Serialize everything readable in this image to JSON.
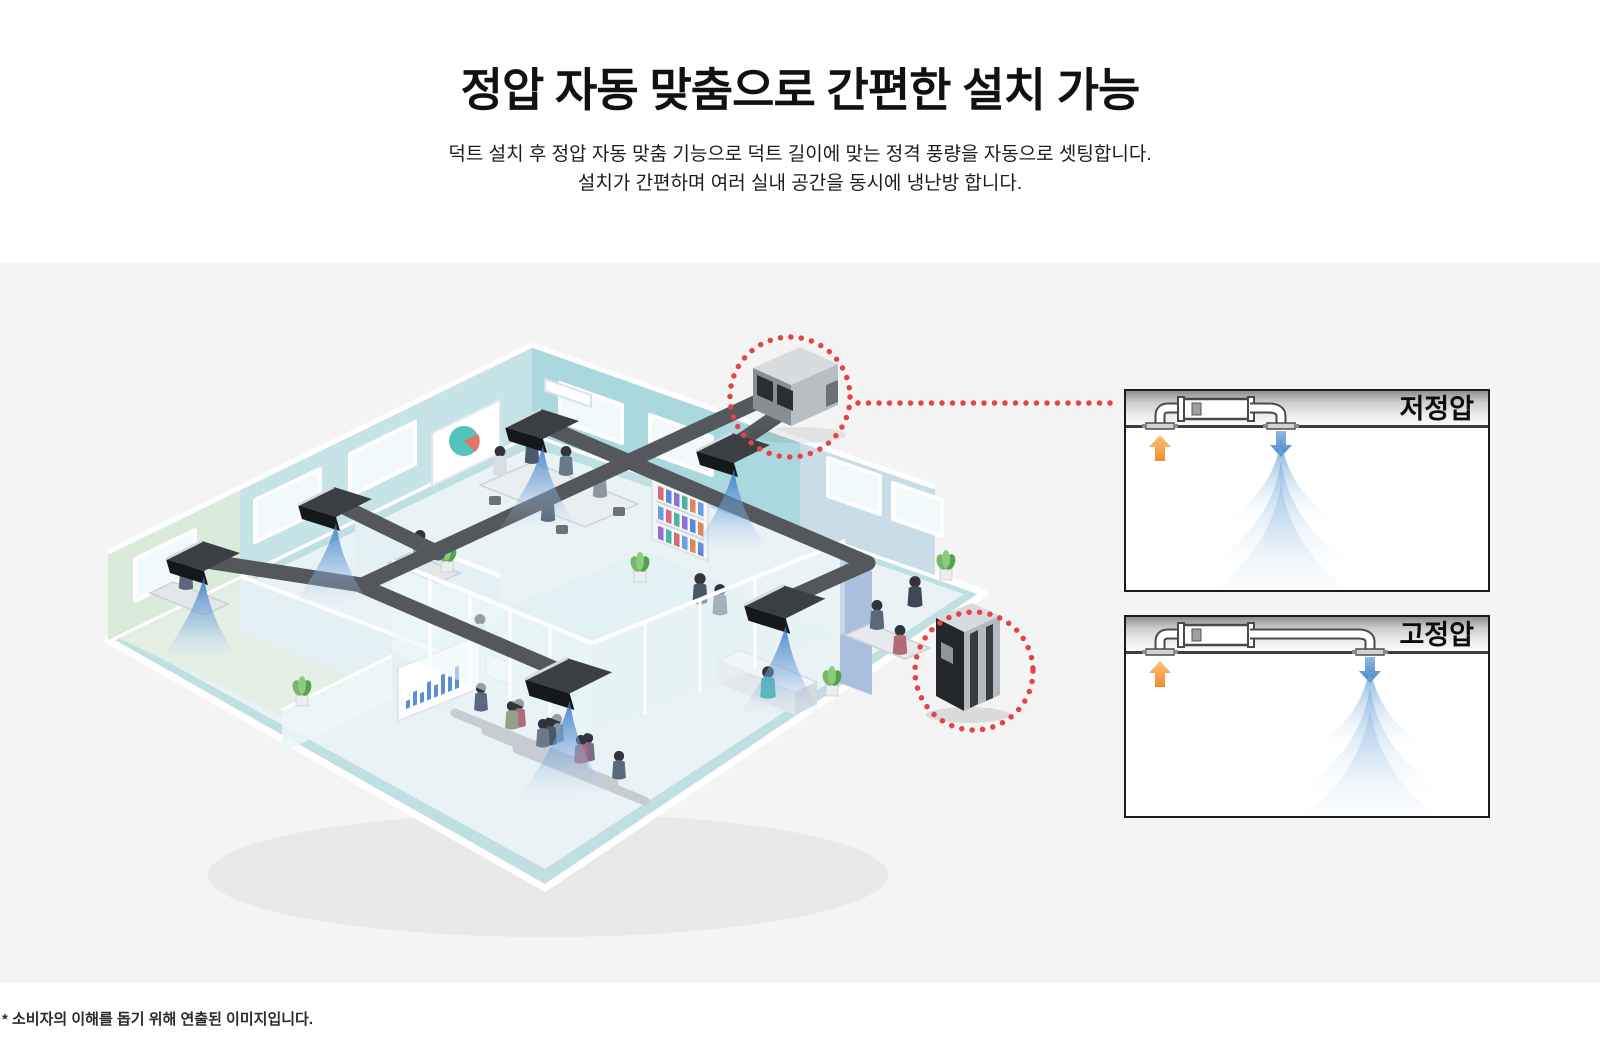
{
  "header": {
    "title": "정압 자동 맞춤으로 간편한 설치 가능",
    "subtitle_lines": [
      "덕트 설치 후 정압 자동 맞춤 기능으로 덕트 길이에 맞는 정격 풍량을 자동으로 셋팅합니다.",
      "설치가 간편하며 여러 실내 공간을 동시에 냉난방 합니다."
    ]
  },
  "diagram_panels": [
    {
      "id": "low-static-pressure",
      "label": "저정압",
      "icons": [
        "duct-unit-icon",
        "intake-arrow-up-icon",
        "outlet-arrow-down-icon",
        "airflow-cone-icon"
      ]
    },
    {
      "id": "high-static-pressure",
      "label": "고정압",
      "icons": [
        "duct-unit-icon",
        "long-duct-icon",
        "intake-arrow-up-icon",
        "outlet-arrow-down-icon",
        "airflow-cone-icon"
      ]
    }
  ],
  "illustration": {
    "highlighted_units": [
      "supply-duct-unit",
      "outdoor-unit"
    ],
    "ceiling_cassette_count": 6,
    "connector": "red-dotted-line"
  },
  "footnote": "* 소비자의 이해를 돕기 위해 연출된 이미지입니다.",
  "colors": {
    "stage_background": "#f4f4f4",
    "accent_red": "#e64444",
    "airflow_blue": "#2e6fc1",
    "duct_gray": "#54585c"
  }
}
